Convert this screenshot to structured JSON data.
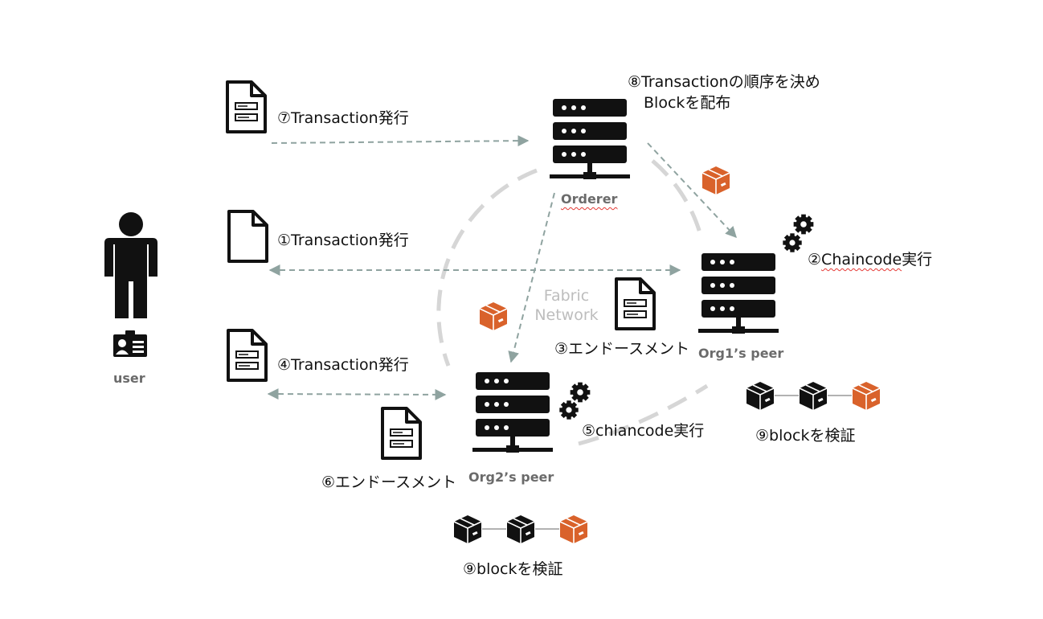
{
  "labels": {
    "tx7": "⑦Transaction発行",
    "tx1": "①Transaction発行",
    "tx4": "④Transaction発行",
    "orderer_line1": "⑧Transactionの順序を決め",
    "orderer_line2": "Blockを配布",
    "chaincode2": "②Chaincode実行",
    "endorse3": "③エンドースメント",
    "chaincode5": "⑤chiancode実行",
    "endorse6": "⑥エンドースメント",
    "verify_org1": "⑨blockを検証",
    "verify_org2": "⑨blockを検証"
  },
  "nodes": {
    "user": "user",
    "orderer": "Orderer",
    "org1": "Org1’s peer",
    "org2": "Org2’s peer"
  },
  "network": {
    "line1": "Fabric",
    "line2": "Network"
  },
  "colors": {
    "accent": "#d9622b",
    "icon": "#111111",
    "arrow": "#8fa3a0",
    "network_ring": "#d6d6d6",
    "caption": "#6b6b6b"
  },
  "icons": [
    "person-icon",
    "id-badge-icon",
    "document-icon",
    "server-icon",
    "gear-icon",
    "box-icon"
  ]
}
